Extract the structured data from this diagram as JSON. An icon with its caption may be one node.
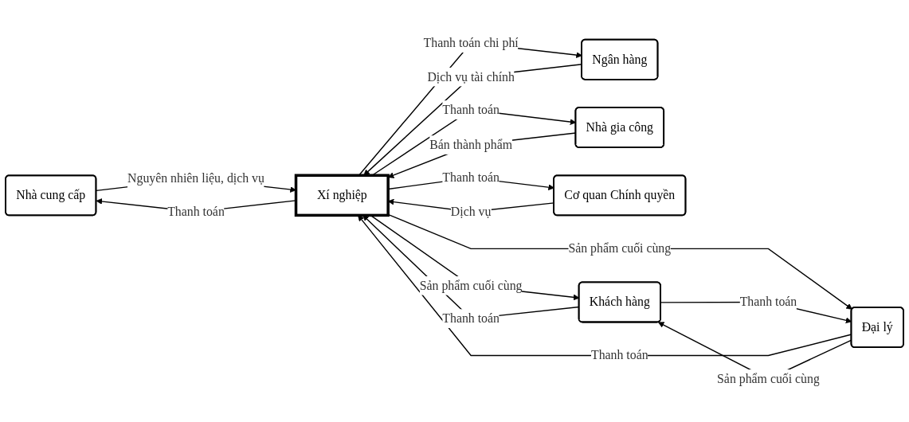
{
  "diagram": {
    "nodes": [
      {
        "text": [
          "Nhà cung cấp"
        ]
      },
      {
        "text": [
          "Ngân hàng"
        ]
      },
      {
        "text": [
          "Nhà gia công"
        ]
      },
      {
        "text": [
          "Xí nghiệp"
        ]
      },
      {
        "text": [
          "Cơ quan Chính quyền"
        ]
      },
      {
        "text": [
          "Khách hàng"
        ]
      },
      {
        "text": [
          "Đại lý"
        ]
      }
    ],
    "edges": [
      {
        "from": 3,
        "to": 0,
        "arrow": "to",
        "label": "Thanh toán"
      },
      {
        "from": 0,
        "to": 3,
        "arrow": "to",
        "label": "Nguyên nhiên liệu, dịch vụ"
      },
      {
        "from": 3,
        "to": 1,
        "arrow": "to",
        "label": "Thanh toán chi phí"
      },
      {
        "from": 1,
        "to": 3,
        "arrow": "to",
        "label": "Dịch vụ tài chính"
      },
      {
        "from": 3,
        "to": 2,
        "arrow": "to",
        "label": "Thanh toán"
      },
      {
        "from": 2,
        "to": 3,
        "arrow": "to",
        "label": "Bán thành phẩm"
      },
      {
        "from": 3,
        "to": 4,
        "arrow": "to",
        "label": "Thanh toán"
      },
      {
        "from": 4,
        "to": 3,
        "arrow": "to",
        "label": "Dịch vụ"
      },
      {
        "from": 3,
        "to": 5,
        "arrow": "to",
        "label": "Sản phẩm cuối cùng"
      },
      {
        "from": 5,
        "to": 3,
        "arrow": "to",
        "label": "Thanh toán"
      },
      {
        "from": 3,
        "to": 6,
        "arrow": "to",
        "label": "Sản phẩm cuối cùng"
      },
      {
        "from": 6,
        "to": 3,
        "arrow": "to",
        "label": "Thanh toán"
      },
      {
        "from": 5,
        "to": 6,
        "arrow": "to",
        "label": "Thanh toán"
      },
      {
        "from": 6,
        "to": 5,
        "arrow": "to",
        "label": "Sản phẩm cuối cùng"
      }
    ]
  }
}
